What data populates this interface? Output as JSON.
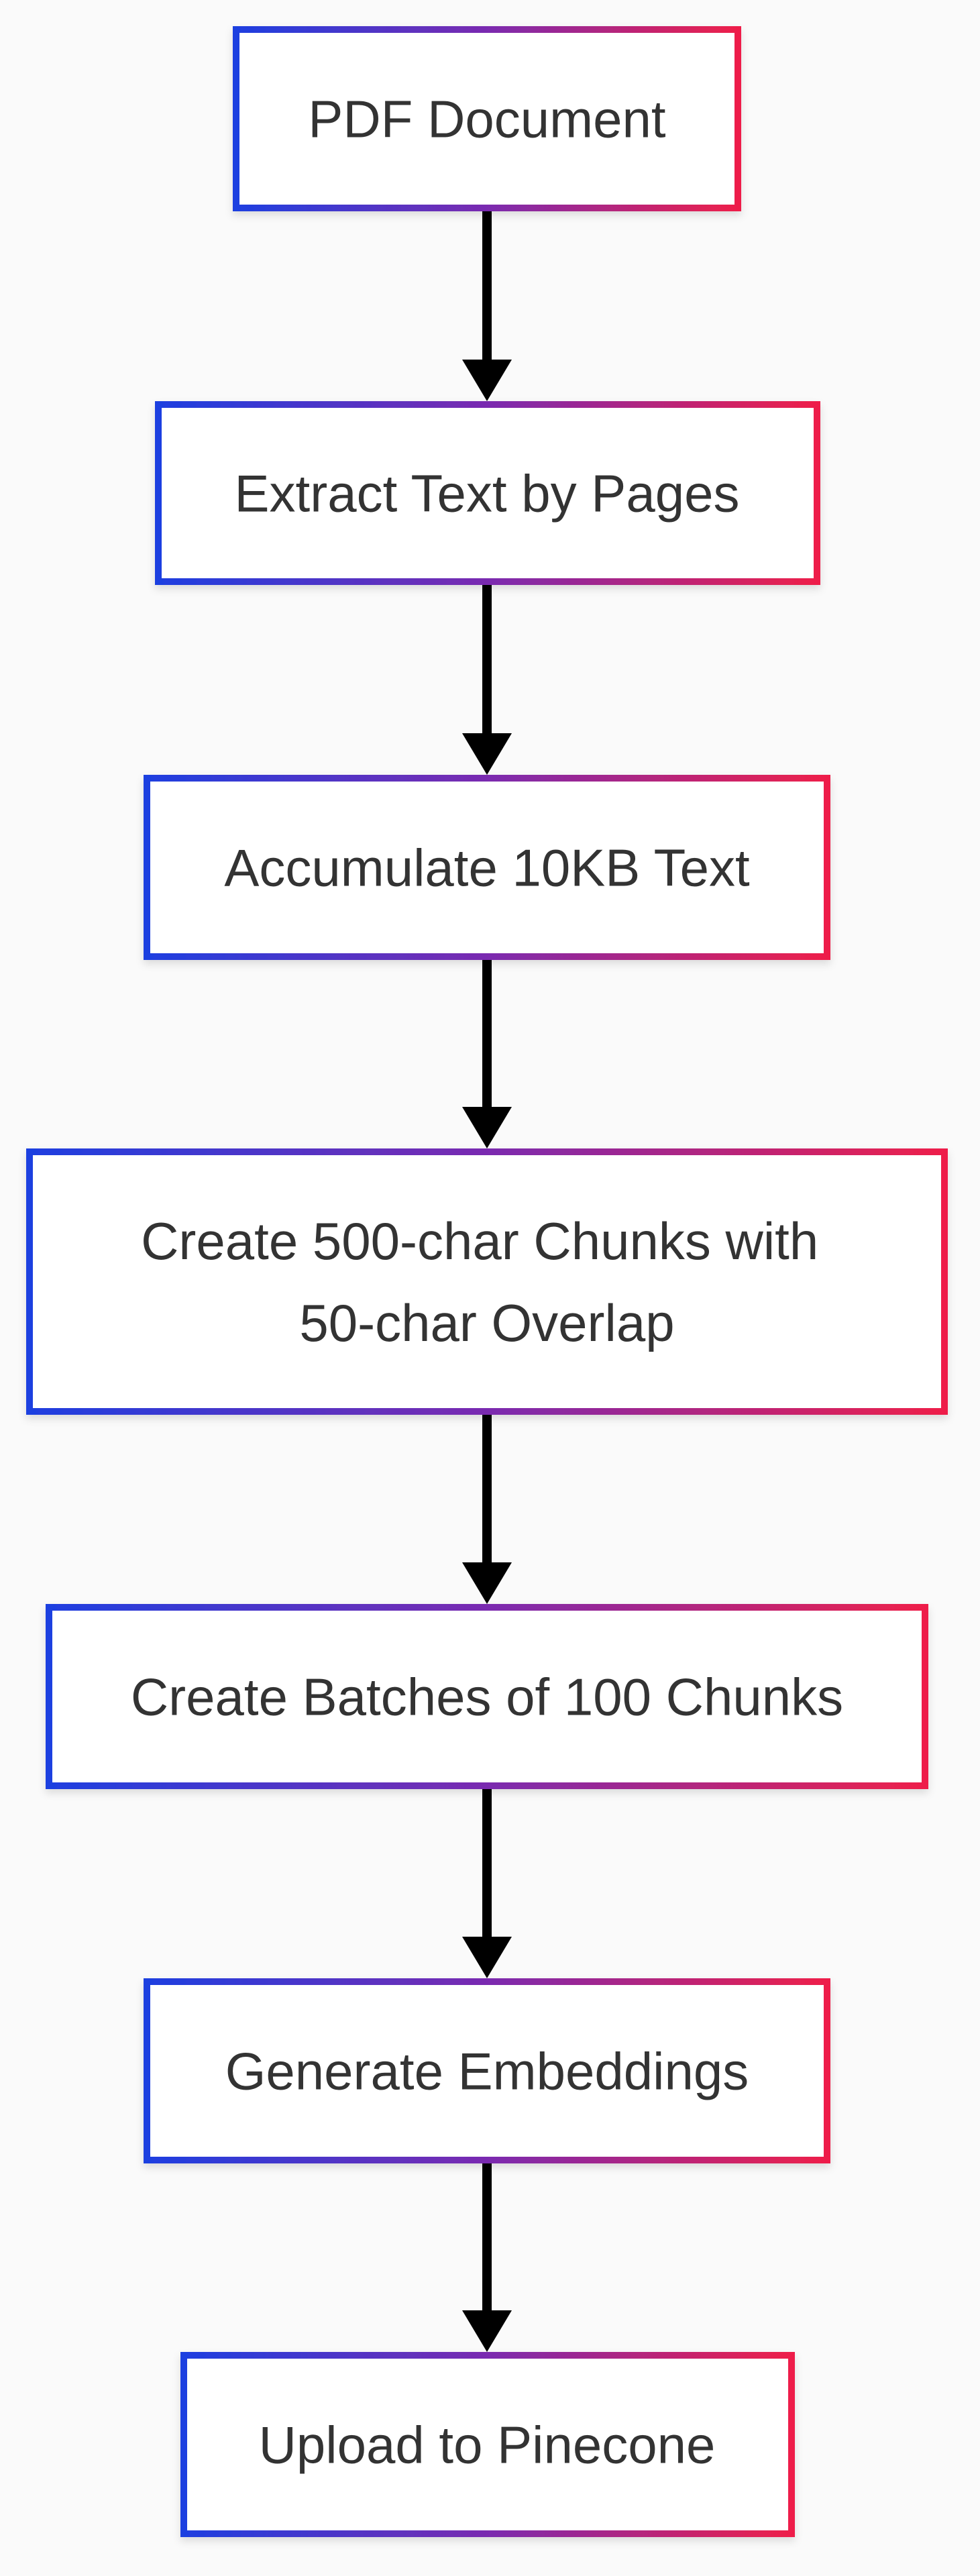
{
  "diagram": {
    "nodes": [
      {
        "id": "pdf-document",
        "lines": [
          "PDF Document"
        ]
      },
      {
        "id": "extract-text",
        "lines": [
          "Extract Text by Pages"
        ]
      },
      {
        "id": "accumulate-text",
        "lines": [
          "Accumulate 10KB Text"
        ]
      },
      {
        "id": "create-chunks",
        "lines": [
          "Create 500-char Chunks with",
          "50-char Overlap"
        ]
      },
      {
        "id": "create-batches",
        "lines": [
          "Create Batches of 100 Chunks"
        ]
      },
      {
        "id": "generate-embeddings",
        "lines": [
          "Generate Embeddings"
        ]
      },
      {
        "id": "upload-pinecone",
        "lines": [
          "Upload to Pinecone"
        ]
      }
    ],
    "edges": [
      {
        "from": "pdf-document",
        "to": "extract-text"
      },
      {
        "from": "extract-text",
        "to": "accumulate-text"
      },
      {
        "from": "accumulate-text",
        "to": "create-chunks"
      },
      {
        "from": "create-chunks",
        "to": "create-batches"
      },
      {
        "from": "create-batches",
        "to": "generate-embeddings"
      },
      {
        "from": "generate-embeddings",
        "to": "upload-pinecone"
      }
    ],
    "colors": {
      "border_gradient_start": "#1e3fe0",
      "border_gradient_mid": "#7a2bb0",
      "border_gradient_end": "#ee1f4a",
      "box_fill": "#ffffff",
      "text": "#333333",
      "arrow": "#000000",
      "background": "#fafafa"
    }
  }
}
